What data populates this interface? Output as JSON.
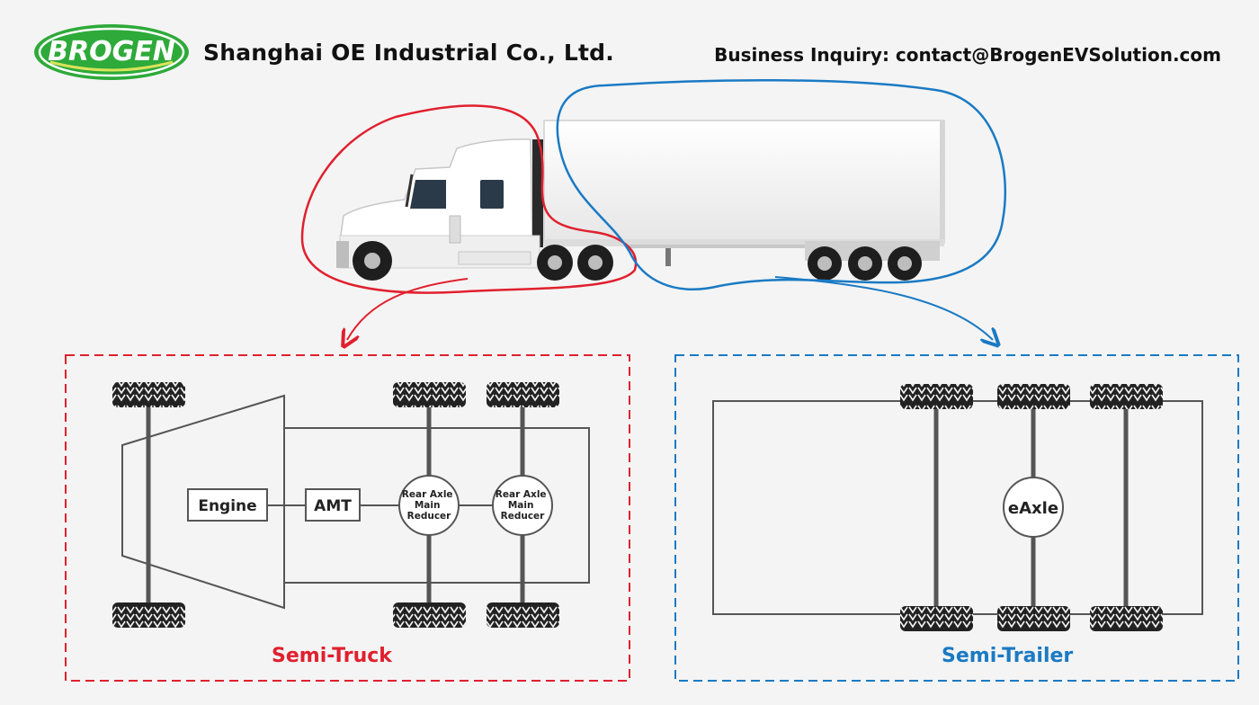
{
  "header": {
    "logo_text": "BROGEN",
    "company": "Shanghai OE Industrial Co., Ltd.",
    "inquiry": "Business Inquiry: contact@BrogenEVSolution.com"
  },
  "diagram": {
    "truck": {
      "caption": "Semi-Truck",
      "engine": "Engine",
      "amt": "AMT",
      "reducer1": [
        "Rear Axle",
        "Main",
        "Reducer"
      ],
      "reducer2": [
        "Rear Axle",
        "Main",
        "Reducer"
      ]
    },
    "trailer": {
      "caption": "Semi-Trailer",
      "eaxle": "eAxle"
    }
  },
  "colors": {
    "truck_accent": "#e0202e",
    "trailer_accent": "#1a7ac4",
    "logo_green": "#2eaa3a",
    "line": "#555555"
  }
}
